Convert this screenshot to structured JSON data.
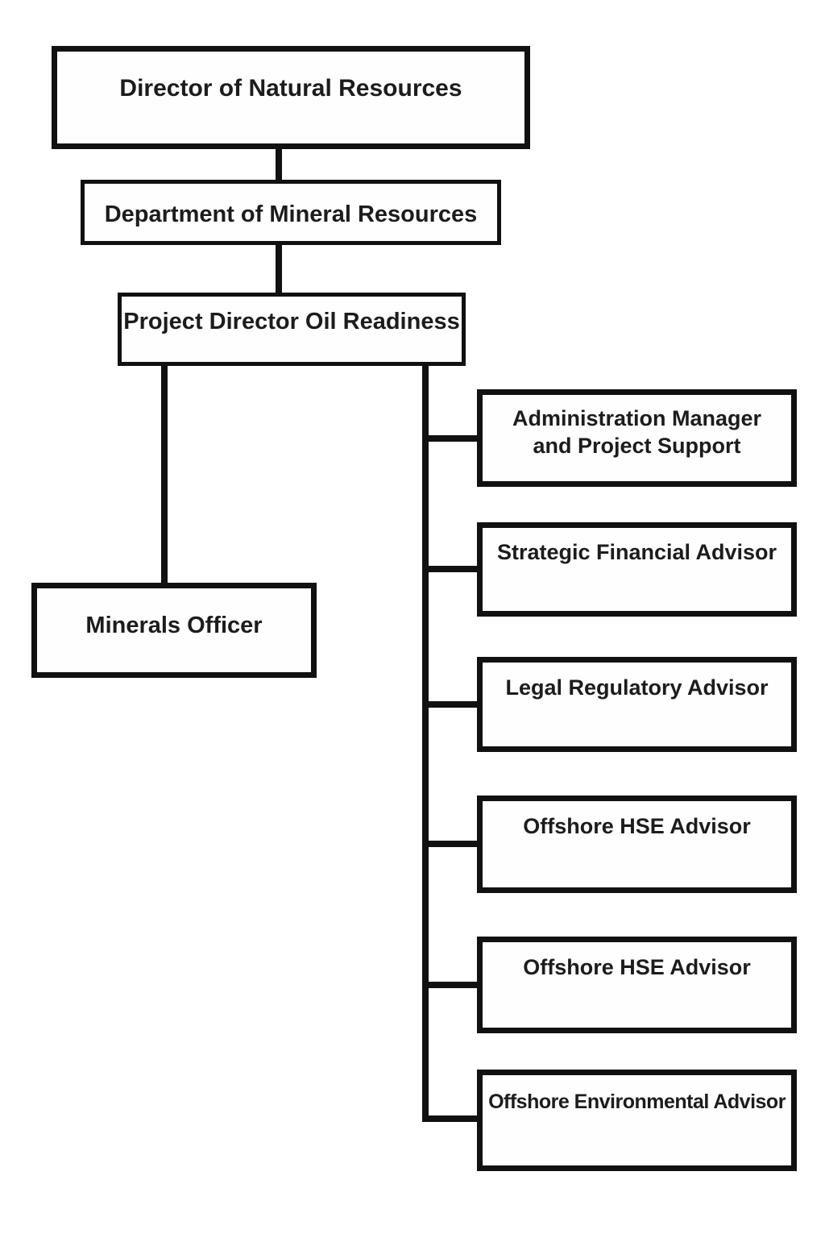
{
  "diagram": {
    "type": "org-chart",
    "title": "",
    "colors": {
      "line": "#111111",
      "box_border": "#111111",
      "box_background": "#fefefe",
      "text": "#1c1c1c",
      "page_background": "#ffffff"
    },
    "nodes": {
      "director": {
        "label": "Director of Natural Resources"
      },
      "department": {
        "label": "Department of Mineral Resources"
      },
      "project": {
        "label": "Project Director Oil Readiness"
      },
      "minerals": {
        "label": "Minerals Officer"
      },
      "admin": {
        "label": "Administration Manager and Project Support"
      },
      "strategic": {
        "label": "Strategic Financial Advisor"
      },
      "legal": {
        "label": "Legal Regulatory Advisor"
      },
      "hse1": {
        "label": "Offshore HSE Advisor"
      },
      "hse2": {
        "label": "Offshore HSE Advisor"
      },
      "environmental": {
        "label": "Offshore Environmental Advisor"
      }
    },
    "edges": [
      {
        "from": "director",
        "to": "department"
      },
      {
        "from": "department",
        "to": "project"
      },
      {
        "from": "project",
        "to": "minerals"
      },
      {
        "from": "project",
        "to": "admin"
      },
      {
        "from": "project",
        "to": "strategic"
      },
      {
        "from": "project",
        "to": "legal"
      },
      {
        "from": "project",
        "to": "hse1"
      },
      {
        "from": "project",
        "to": "hse2"
      },
      {
        "from": "project",
        "to": "environmental"
      }
    ]
  }
}
